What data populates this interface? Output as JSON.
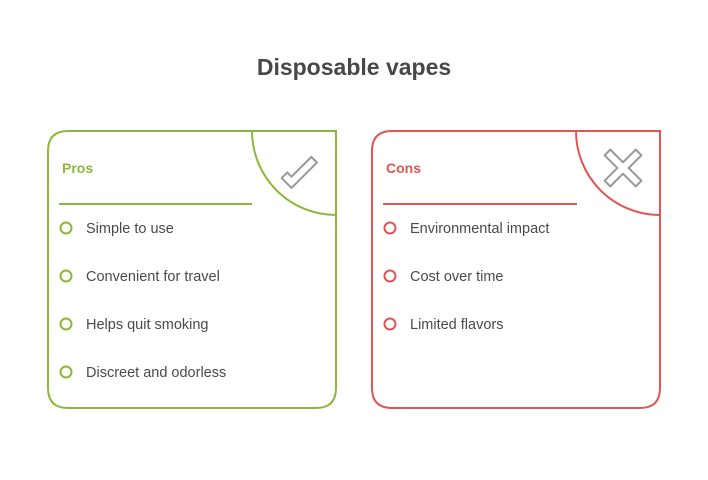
{
  "title": "Disposable vapes",
  "colors": {
    "pros": "#8cb83a",
    "cons": "#e15554",
    "icon": "#999999",
    "text": "#4a4a4a"
  },
  "pros": {
    "heading": "Pros",
    "icon": "check-icon",
    "items": [
      "Simple to use",
      "Convenient for travel",
      "Helps quit smoking",
      "Discreet and odorless"
    ]
  },
  "cons": {
    "heading": "Cons",
    "icon": "x-icon",
    "items": [
      "Environmental impact",
      "Cost over time",
      "Limited flavors"
    ]
  }
}
